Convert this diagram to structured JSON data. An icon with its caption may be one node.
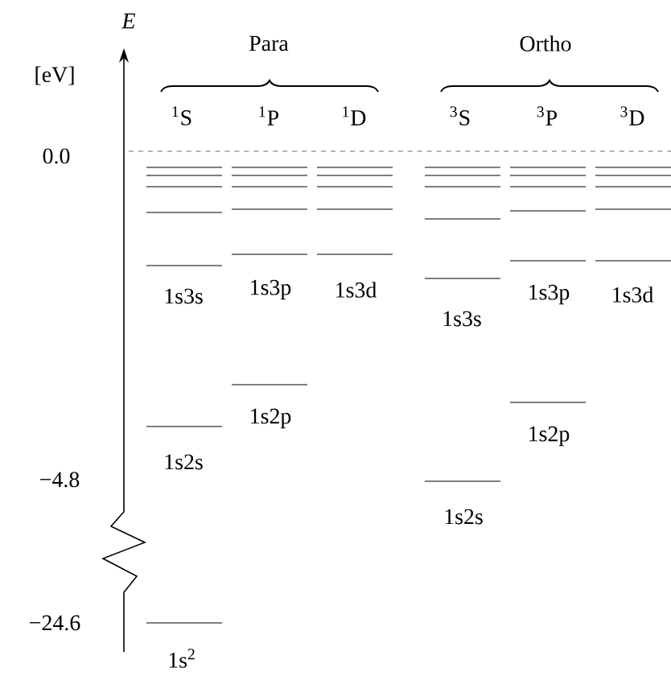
{
  "diagram": {
    "labels": [
      "E",
      "[eV]",
      "Para",
      "Ortho",
      "$^{1}$S",
      "$^{1}$P",
      "$^{1}$D",
      "$^{3}$S",
      "$^{3}$P",
      "$^{3}$D",
      "0.0",
      "1s3p",
      "1s3d",
      "1s3s",
      "1s3p",
      "1s3d",
      "1s3s",
      "1s2p",
      "1s2p",
      "1s2s",
      "−4.8",
      "1s2s",
      "−24.6",
      "1s$^{2}$"
    ]
  }
}
